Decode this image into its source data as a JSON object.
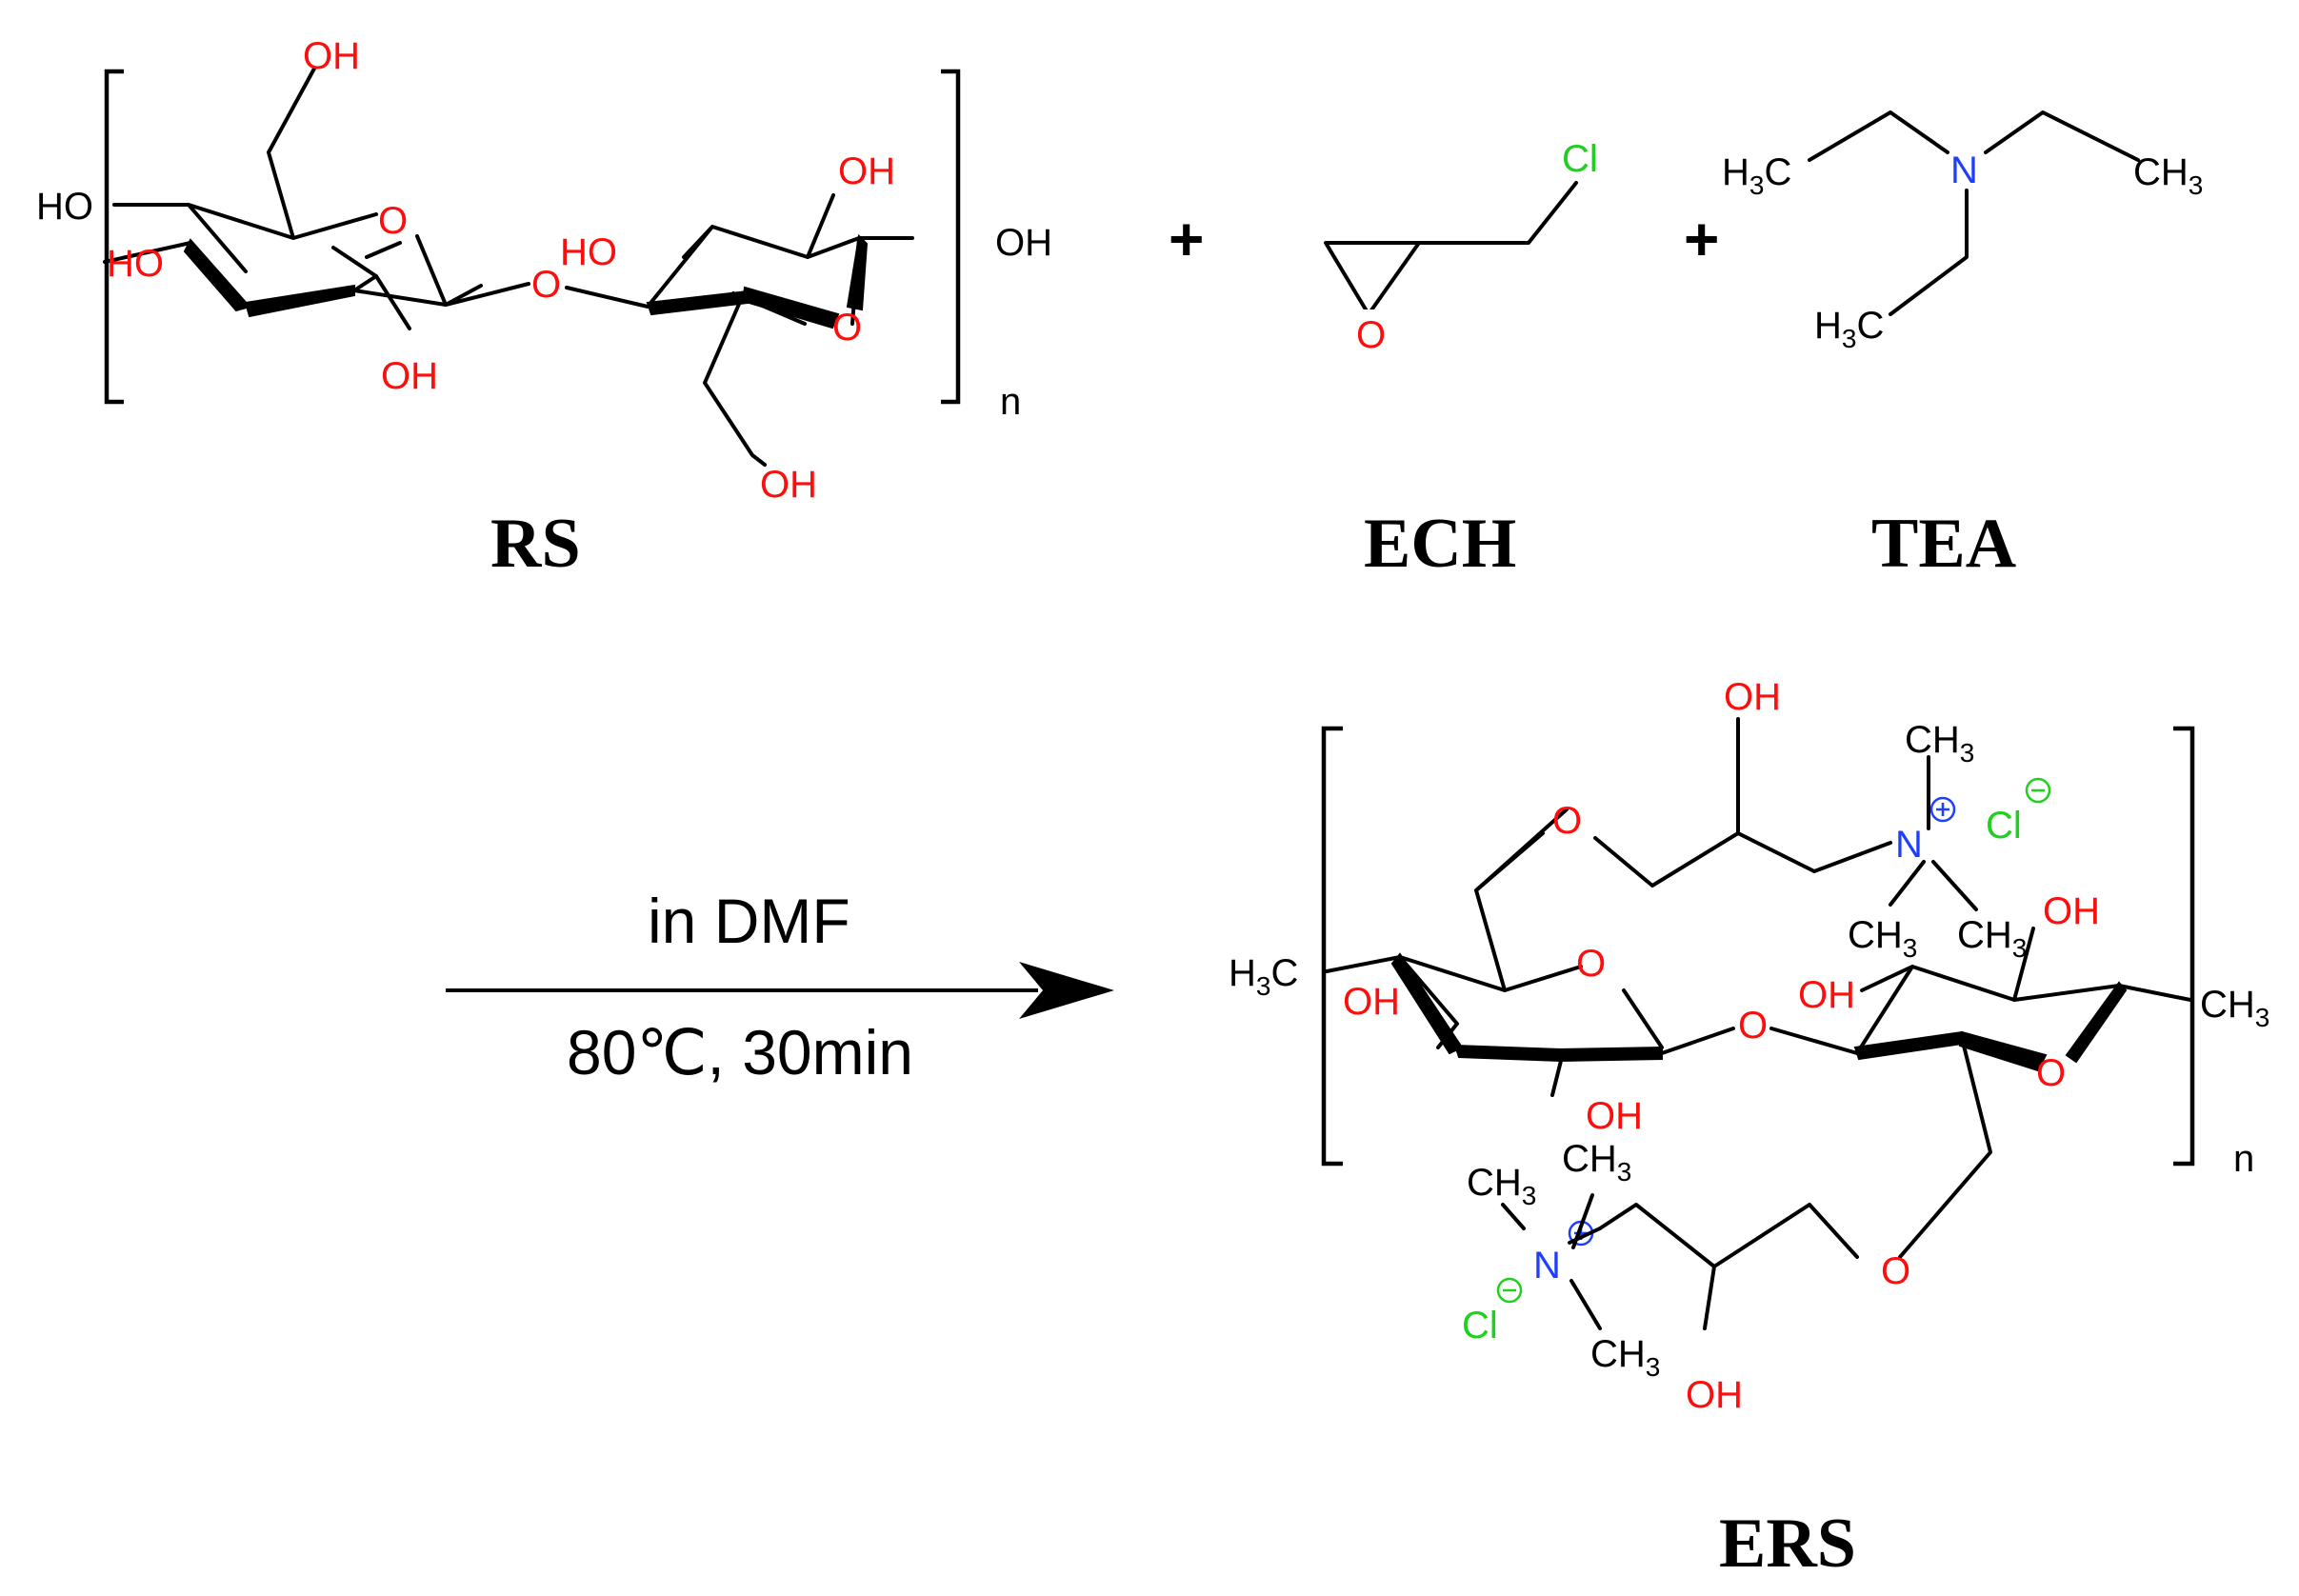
{
  "compounds": {
    "rs": {
      "label": "RS"
    },
    "ech": {
      "label": "ECH"
    },
    "tea": {
      "label": "TEA"
    },
    "ers": {
      "label": "ERS"
    }
  },
  "plus_sign": "+",
  "repeat_index": "n",
  "conditions": {
    "solvent": "in DMF",
    "temp_time": "80℃,  30min"
  },
  "atoms": {
    "oh": "OH",
    "ho": "HO",
    "o": "O",
    "cl": "Cl",
    "n": "N",
    "ch": "CH",
    "h": "H",
    "c": "C",
    "three": "3"
  },
  "colors": {
    "oxygen": "#ff0d0d",
    "nitrogen": "#1f3fff",
    "chlorine": "#1fd01f",
    "bond": "#000000"
  }
}
